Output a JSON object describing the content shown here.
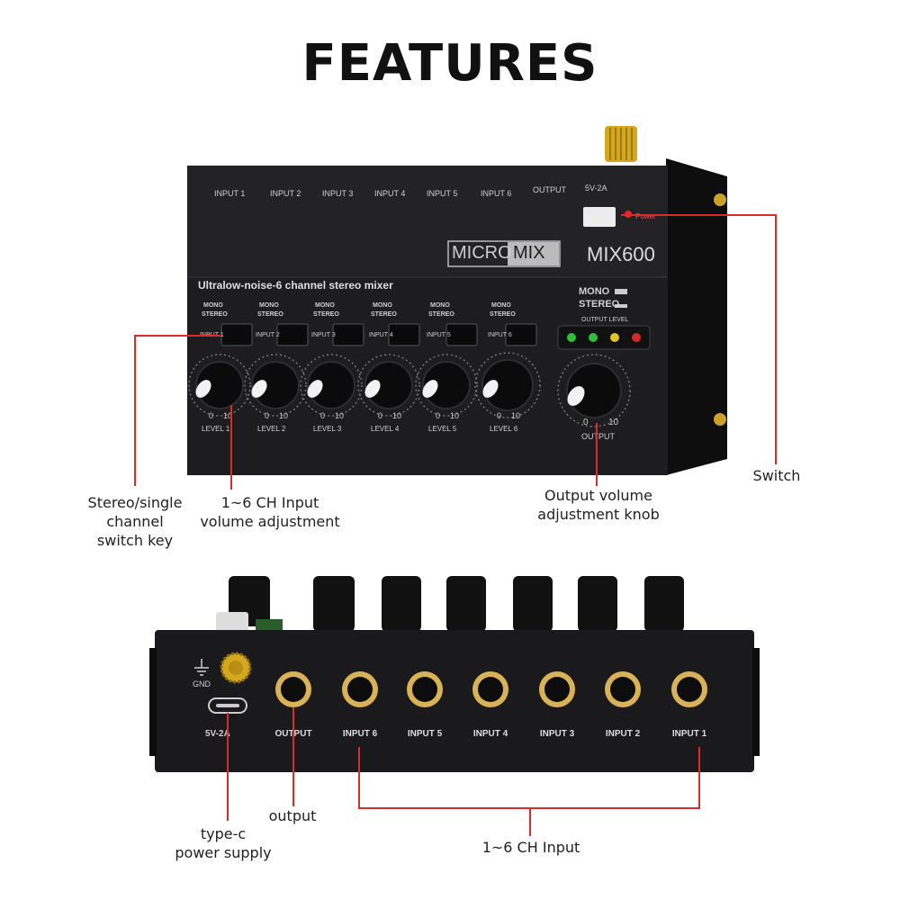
{
  "heading": "FEATURES",
  "top_device": {
    "inputs": [
      "INPUT 1",
      "INPUT 2",
      "INPUT 3",
      "INPUT 4",
      "INPUT 5",
      "INPUT 6"
    ],
    "output": "OUTPUT",
    "power_spec": "5V-2A",
    "power": "Power",
    "brand_left": "MICRO",
    "brand_right": "MIX",
    "model": "MIX600",
    "tagline": "Ultralow-noise-6 channel stereo mixer",
    "mono": "MONO",
    "stereo": "STEREO",
    "output_level": "OUTPUT LEVEL",
    "switch_labels": [
      "INPUT 1",
      "INPUT 2",
      "INPUT 3",
      "INPUT 4",
      "INPUT 5",
      "INPUT 6"
    ],
    "levels": [
      "LEVEL 1",
      "LEVEL 2",
      "LEVEL 3",
      "LEVEL 4",
      "LEVEL 5",
      "LEVEL 6"
    ],
    "output_knob": "OUTPUT",
    "scale_min": "0",
    "scale_max": "10",
    "led_colors": [
      "#2fbf3a",
      "#2fbf3a",
      "#e6c41f",
      "#d62a2a"
    ]
  },
  "bottom_device": {
    "gnd": "GND",
    "power_spec": "5V-2A",
    "jacks": [
      "OUTPUT",
      "INPUT 6",
      "INPUT 5",
      "INPUT 4",
      "INPUT 3",
      "INPUT 2",
      "INPUT 1"
    ]
  },
  "callouts": {
    "stereo_switch": [
      "Stereo/single",
      "channel",
      "switch key"
    ],
    "ch_volume": [
      "1~6 CH Input",
      "volume adjustment"
    ],
    "output_volume": [
      "Output volume",
      "adjustment knob"
    ],
    "switch": "Switch",
    "output": "output",
    "type_c": [
      "type-c",
      "power supply"
    ],
    "ch_input": "1~6 CH Input"
  },
  "colors": {
    "accent_line": "#d92c2c",
    "device_body": "#1c1c1e",
    "gold": "#c9a227"
  }
}
